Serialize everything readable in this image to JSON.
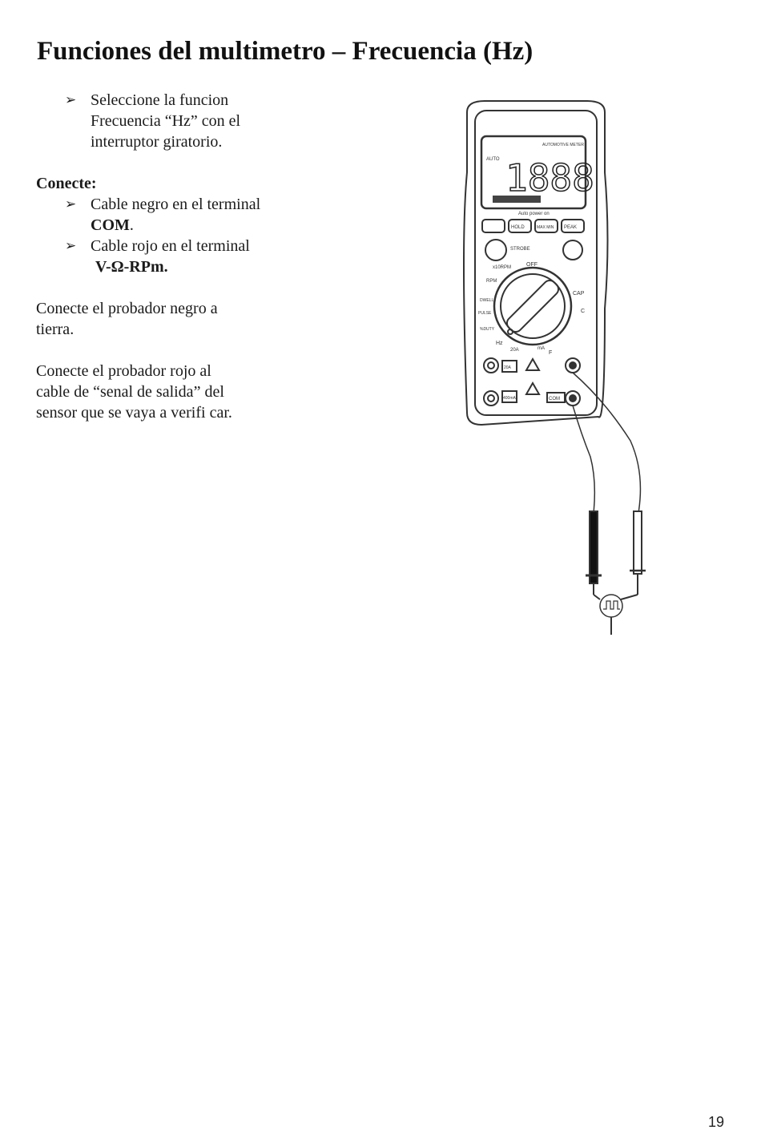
{
  "page": {
    "title": "Funciones del multimetro – Frecuencia (Hz)",
    "page_number": "19"
  },
  "instructions": {
    "step1": {
      "line1": "Seleccione la funcion",
      "line2": "Frecuencia “Hz” con el",
      "line3": "interruptor giratorio."
    },
    "connect_label": "Conecte:",
    "conn1": {
      "text": "Cable negro en el terminal",
      "terminal": "COM",
      "suffix": "."
    },
    "conn2": {
      "text": "Cable rojo en el terminal",
      "terminal": "V-Ω-RPm."
    },
    "para1": {
      "line1": "Conecte el probador negro a",
      "line2": "tierra."
    },
    "para2": {
      "line1": "Conecte el probador rojo al",
      "line2": "cable de “senal de salida” del",
      "line3": "sensor que se vaya a verifi car."
    }
  },
  "meter": {
    "brand": "AUTOMOTIVE METER",
    "display_value": "1888",
    "auto_label": "AUTO",
    "autopower": "Auto power on",
    "buttons": [
      "HOLD",
      "MAX MIN",
      "PEAK"
    ],
    "strobe": "STROBE",
    "dial_labels": [
      "OFF",
      "x10RPM",
      "RPM",
      "DWELL",
      "PULSE",
      "%DUTY",
      "Hz",
      "CAP",
      "C",
      "F",
      "mA",
      "20A"
    ],
    "terminals": [
      "20A",
      "400mA",
      "COM"
    ]
  }
}
